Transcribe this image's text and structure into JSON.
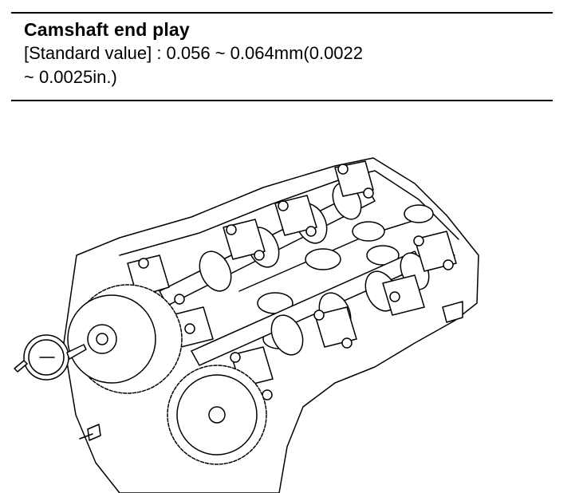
{
  "spec": {
    "title": "Camshaft end play",
    "line1": "[Standard value] : 0.056 ~ 0.064mm(0.0022",
    "line2": "~ 0.0025in.)"
  },
  "figure": {
    "subject": "engine-cylinder-head-with-dial-indicator",
    "colors": {
      "ink": "#000000",
      "paper": "#ffffff"
    }
  }
}
